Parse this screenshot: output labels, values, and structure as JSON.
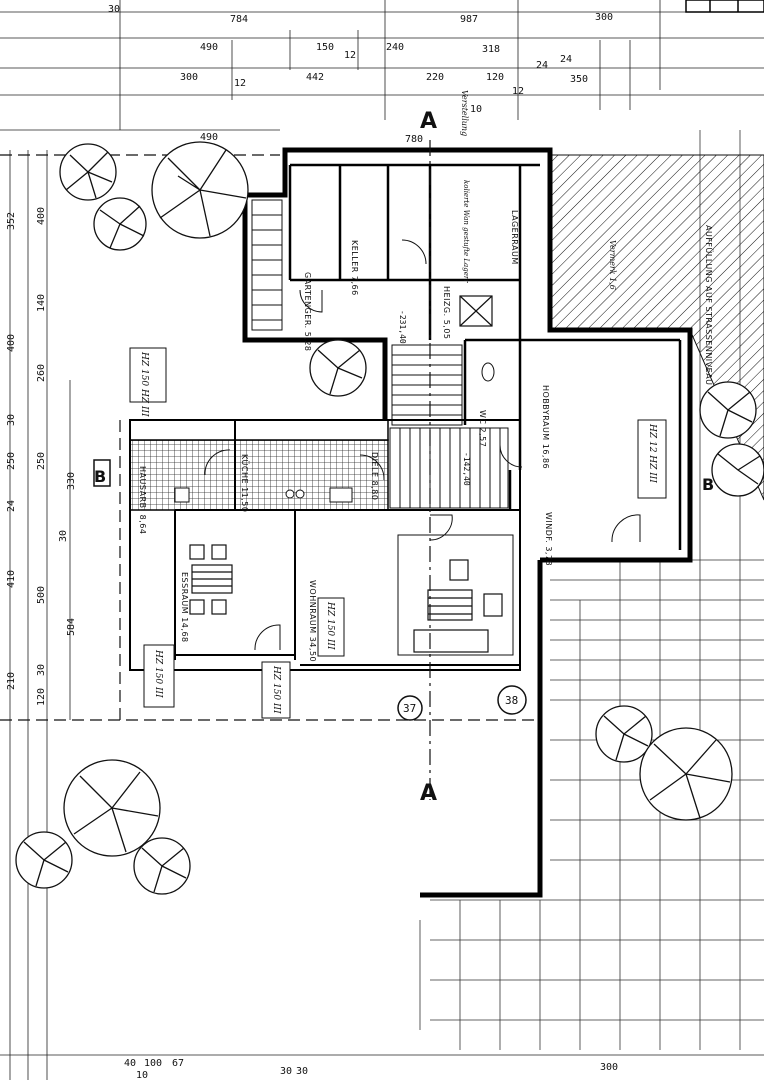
{
  "drawing": {
    "section_marks": [
      "A",
      "A",
      "B",
      "B"
    ],
    "axis_labels": [
      "37",
      "38"
    ],
    "rooms": {
      "gartengeraete": "GARTENGER. 5,28",
      "keller": "KELLER 7,66",
      "heizung": "HEIZG. 5,05",
      "lagerraum": "LAGERRAUM",
      "hobbyraum": "HOBBYRAUM 16,86",
      "wc": "WC 2,57",
      "diele": "DIELE 8,80",
      "kueche": "KÜCHE 11,50",
      "hausarbeit": "HAUSARB. 8,64",
      "essraum": "ESSRAUM 14,68",
      "wohnraum": "WOHNRAUM 34,50",
      "windfang": "WINDF. 3,78"
    },
    "annotations": {
      "level1": "-231,40",
      "level2": "-142,40",
      "hz1": "HZ 150 HZ III",
      "hz2": "HZ 150 III",
      "hz3": "HZ 150 III",
      "hz4": "HZ 150 III",
      "hz5": "HZ 12 HZ III",
      "fill_note": "AUFFÜLLUNG AUF STRASSENNIVEAU",
      "storage_note": "kolierte Wan gestufte Lagerr",
      "pencil1": "Vermerk 1,6",
      "pencil2": "Verstellung"
    },
    "dimensions_top": [
      "30",
      "784",
      "987",
      "300",
      "490",
      "150",
      "12",
      "240",
      "318",
      "24",
      "300",
      "12",
      "442",
      "220",
      "120",
      "12",
      "350",
      "24",
      "780",
      "490",
      "10"
    ],
    "dimensions_left": [
      "352",
      "400",
      "140",
      "400",
      "260",
      "30",
      "250",
      "250",
      "330",
      "24",
      "30",
      "410",
      "500",
      "584",
      "30",
      "210",
      "120"
    ],
    "dimensions_bottom": [
      "40",
      "100",
      "67",
      "10",
      "30",
      "30",
      "300"
    ]
  }
}
